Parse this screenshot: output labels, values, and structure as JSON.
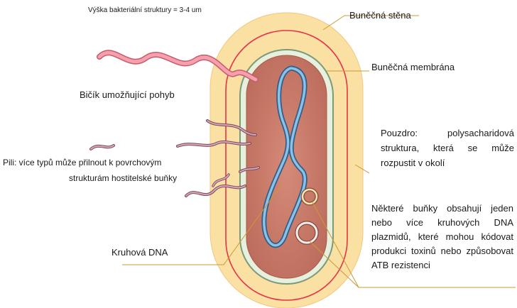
{
  "title": "Výška bakteriální struktury = 3-4 um",
  "labels": {
    "cell_wall": "Buněčná stěna",
    "cell_membrane": "Buněčná membrána",
    "flagellum": "Bičík umožňující pohyb",
    "capsule": "Pouzdro: polysacharidová struktura, která se může rozpustit v okolí",
    "pili_line1": "Pili: více typů může přilnout k povrchovým",
    "pili_line2": "strukturám hostitelské buňky",
    "plasmid": "Některé buňky obsahují jeden nebo více kruhových DNA plazmidů, které mohou kódovat produkci toxinů nebo způsobovat ATB rezistenci",
    "dna": "Kruhová DNA"
  },
  "colors": {
    "capsule": "#fbe0a4",
    "cell_wall": "#e8324a",
    "membrane": "#e6f0dc",
    "cytoplasm": "#c77a6a",
    "dna": "#6aa5d6",
    "flagellum": "#f08a9a",
    "pili": "#a07080",
    "leader": "#cc9933"
  }
}
